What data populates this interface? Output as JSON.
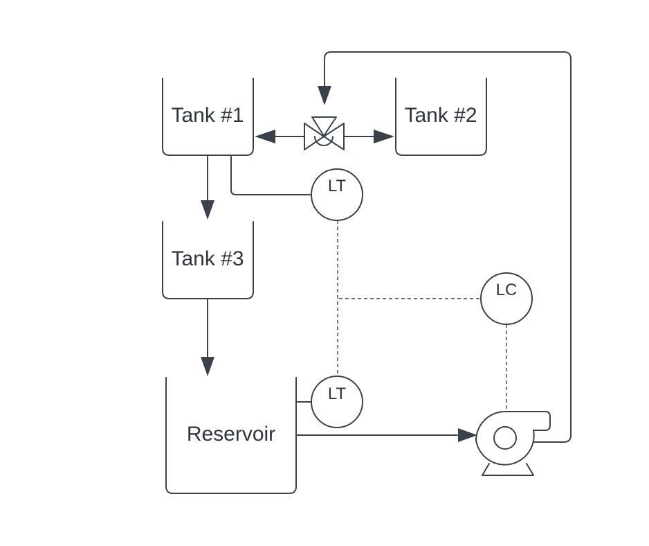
{
  "diagram": {
    "tanks": {
      "tank1": "Tank #1",
      "tank2": "Tank #2",
      "tank3": "Tank #3",
      "reservoir": "Reservoir"
    },
    "instruments": {
      "lt_top": "LT",
      "lt_bottom": "LT",
      "lc": "LC"
    },
    "colors": {
      "stroke": "#3a414a",
      "text": "#2f353c",
      "background": "#ffffff"
    }
  }
}
